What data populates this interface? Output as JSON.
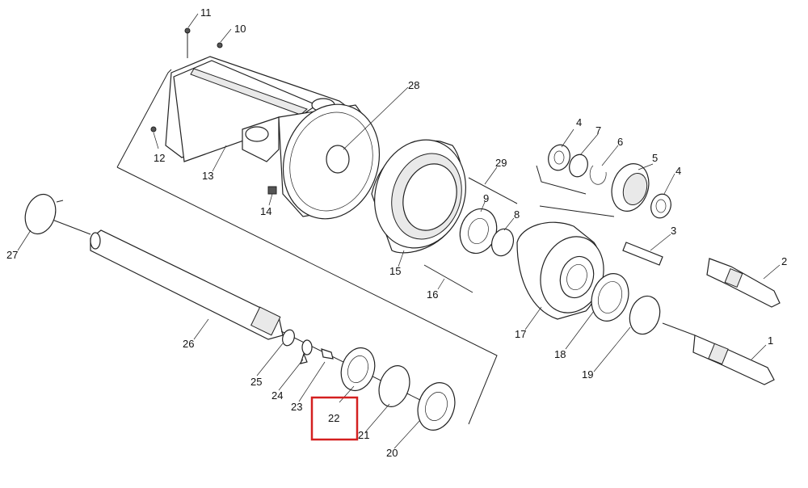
{
  "diagram": {
    "callouts": [
      {
        "id": "11",
        "text": "11"
      },
      {
        "id": "10",
        "text": "10"
      },
      {
        "id": "28",
        "text": "28"
      },
      {
        "id": "12",
        "text": "12"
      },
      {
        "id": "13",
        "text": "13"
      },
      {
        "id": "14",
        "text": "14"
      },
      {
        "id": "29",
        "text": "29"
      },
      {
        "id": "9",
        "text": "9"
      },
      {
        "id": "8",
        "text": "8"
      },
      {
        "id": "15",
        "text": "15"
      },
      {
        "id": "16",
        "text": "16"
      },
      {
        "id": "4a",
        "text": "4"
      },
      {
        "id": "7",
        "text": "7"
      },
      {
        "id": "6",
        "text": "6"
      },
      {
        "id": "5",
        "text": "5"
      },
      {
        "id": "4b",
        "text": "4"
      },
      {
        "id": "3",
        "text": "3"
      },
      {
        "id": "2",
        "text": "2"
      },
      {
        "id": "1",
        "text": "1"
      },
      {
        "id": "17",
        "text": "17"
      },
      {
        "id": "18",
        "text": "18"
      },
      {
        "id": "19",
        "text": "19"
      },
      {
        "id": "27",
        "text": "27"
      },
      {
        "id": "26",
        "text": "26"
      },
      {
        "id": "25",
        "text": "25"
      },
      {
        "id": "24",
        "text": "24"
      },
      {
        "id": "23",
        "text": "23"
      },
      {
        "id": "22",
        "text": "22"
      },
      {
        "id": "21",
        "text": "21"
      },
      {
        "id": "20",
        "text": "20"
      }
    ],
    "highlight": {
      "callout": "22",
      "color": "#d42020"
    }
  }
}
